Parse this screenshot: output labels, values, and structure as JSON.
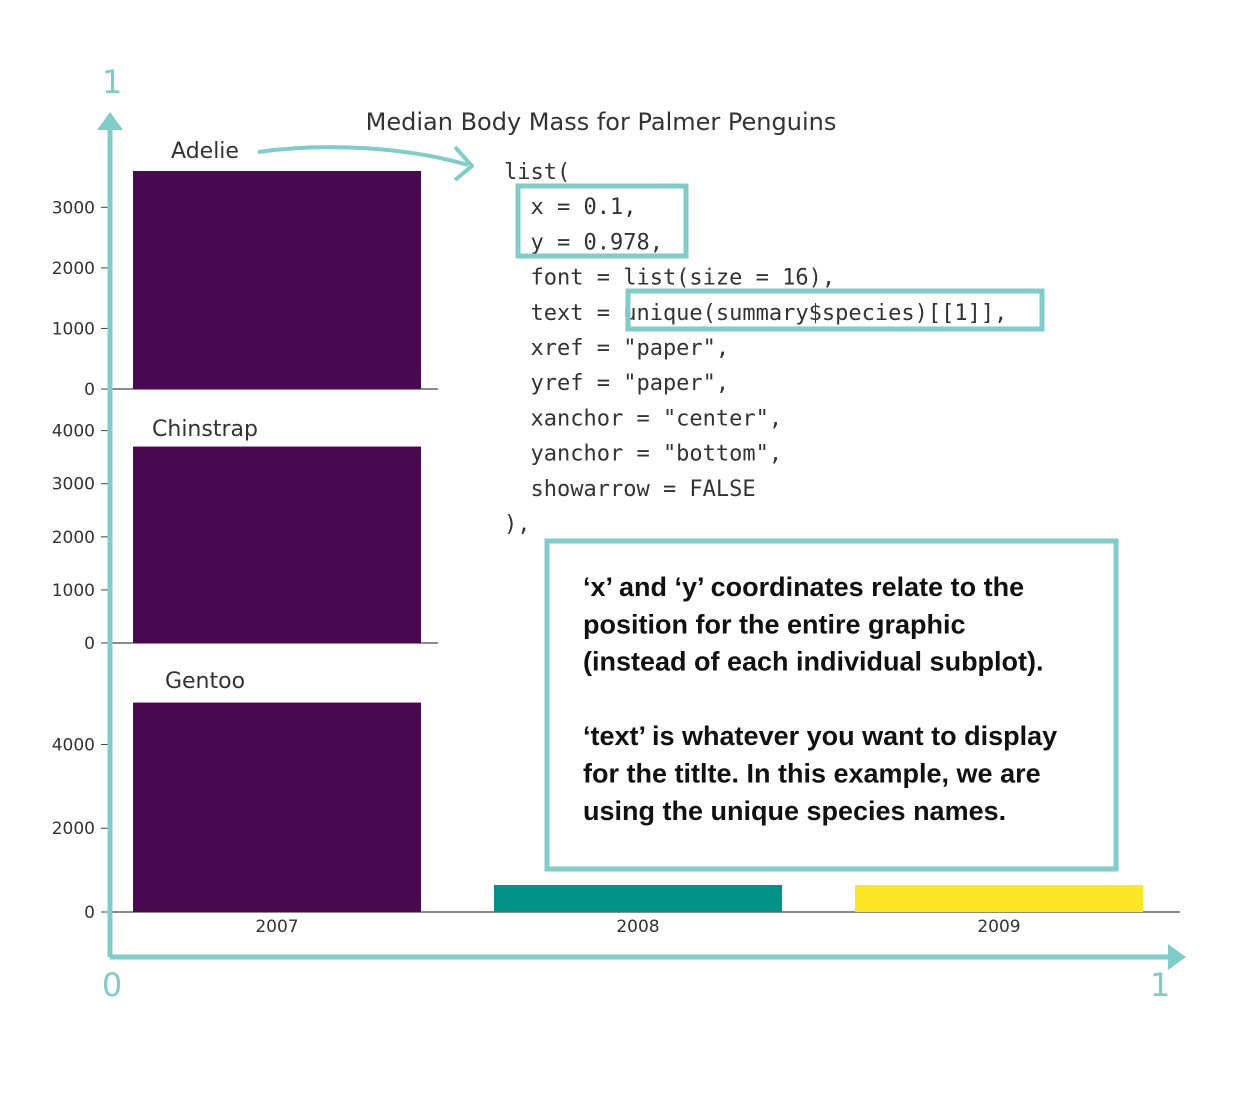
{
  "chart_data": {
    "type": "bar",
    "title": "Median Body Mass for Palmer Penguins",
    "categories": [
      "2007",
      "2008",
      "2009"
    ],
    "subplots": [
      {
        "name": "Adelie",
        "ylim": [
          0,
          3600
        ],
        "yticks": [
          0,
          1000,
          2000,
          3000
        ],
        "values": [
          3650,
          0,
          0
        ]
      },
      {
        "name": "Chinstrap",
        "ylim": [
          0,
          4200
        ],
        "yticks": [
          0,
          1000,
          2000,
          3000,
          4000
        ],
        "values": [
          3700,
          0,
          0
        ]
      },
      {
        "name": "Gentoo",
        "ylim": [
          0,
          5300
        ],
        "yticks": [
          0,
          2000,
          4000
        ],
        "values": [
          5000,
          0,
          0
        ]
      }
    ],
    "bottom_strip": {
      "values": [
        0,
        1,
        1
      ],
      "colors": [
        "#440154",
        "#009287",
        "#fde725"
      ]
    },
    "bar_color": "#4a0a52",
    "grid": false
  },
  "paper_axis": {
    "origin_label": "0",
    "x_end_label": "1",
    "y_end_label": "1",
    "color": "#7fcdc8"
  },
  "code_lines": [
    "list(",
    "  x = 0.1,",
    "  y = 0.978,",
    "  font = list(size = 16),",
    "  text = unique(summary$species)[[1]],",
    "  xref = \"paper\",",
    "  yref = \"paper\",",
    "  xanchor = \"center\",",
    "  yanchor = \"bottom\",",
    "  showarrow = FALSE",
    "),"
  ],
  "note": {
    "lines": [
      "‘x’ and ‘y’ coordinates relate to the",
      "position for the entire graphic",
      "(instead of each individual subplot).",
      "",
      "‘text’ is whatever you want to display",
      "for the titlte. In this example, we are",
      "using the unique species names."
    ]
  },
  "colors": {
    "accent": "#7fcdc8",
    "bar": "#4a0a52",
    "teal": "#009287",
    "yellow": "#fde725"
  }
}
